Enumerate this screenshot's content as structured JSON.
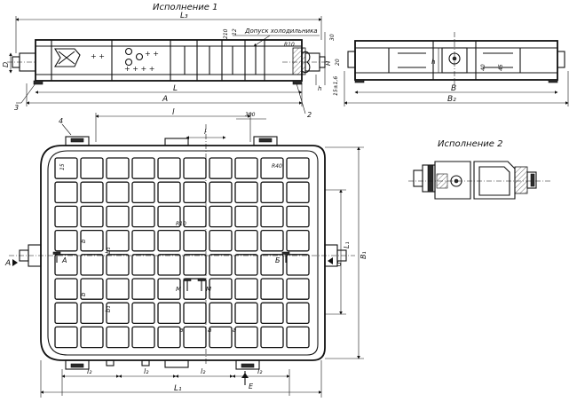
{
  "views": {
    "version1_title": "Исполнение 1",
    "version2_title": "Исполнение 2"
  },
  "side_view": {
    "label_L3": "L₃",
    "label_L": "L",
    "label_A": "A",
    "label_h": "h",
    "label_D": "D",
    "label_H": "H",
    "note_ref": "Допуск холодильника",
    "dim_210": "210",
    "dim_12": "12",
    "dim_R10": "R10",
    "dim_30": "30",
    "dim_20": "20",
    "dim_15_16": "15±1,6",
    "leader_3": "3",
    "leader_2": "2"
  },
  "end_view": {
    "label_B": "B",
    "label_B2": "B₂",
    "label_h": "h",
    "dim_40": "40",
    "dim_45": "45"
  },
  "plan_view": {
    "label_l": "l",
    "label_l1": "l₁",
    "label_l2": "l₂",
    "label_L1": "L₁",
    "label_B1": "B₁",
    "label_L_right": "L₁",
    "label_b": "b",
    "label_b1": "b₁",
    "label_a": "a",
    "leader_4": "4",
    "dim_300": "300",
    "dim_R40": "R40",
    "dim_R10": "R10",
    "dim_15": "15",
    "section_A": "A",
    "section_B": "Б",
    "section_M": "M",
    "section_E": "E"
  }
}
